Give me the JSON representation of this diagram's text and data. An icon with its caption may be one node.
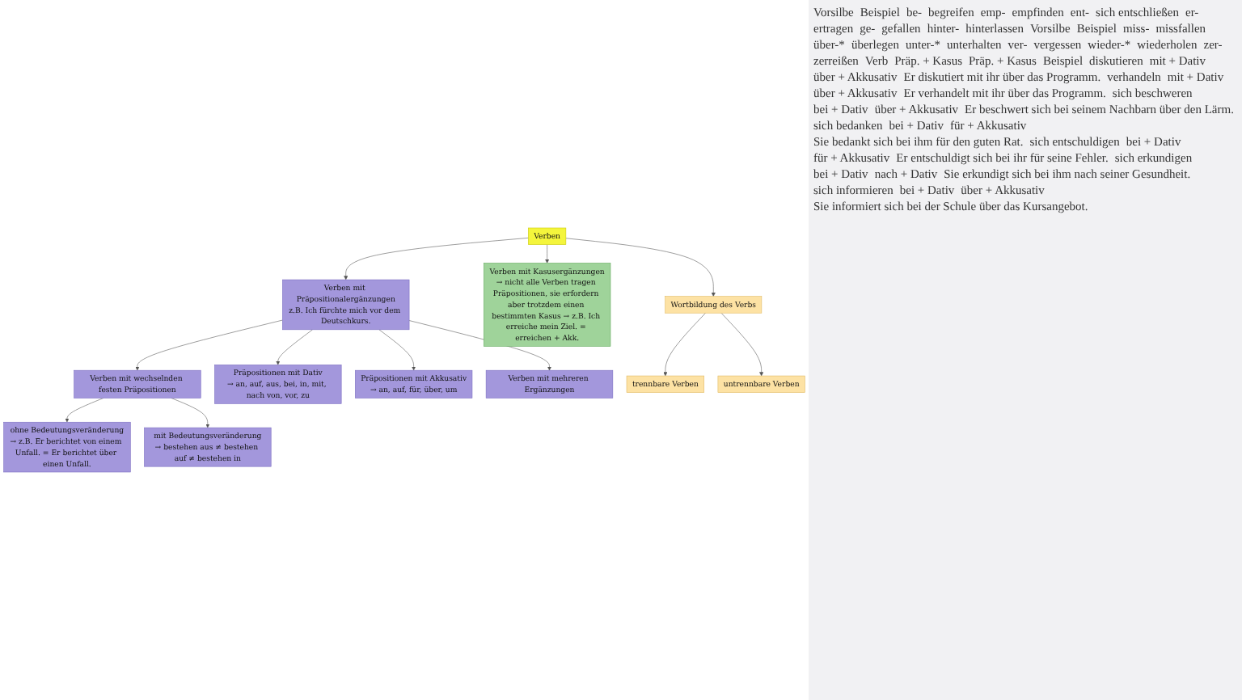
{
  "diagram": {
    "nodes": [
      {
        "text": [
          "ohne Bedeutungsveränderung",
          "→ z.B. Er berichtet von einem Unfall. = Er berichtet über einen Unfall."
        ]
      },
      {
        "text": [
          "Verben mit wechselnden festen Präpositionen"
        ]
      },
      {
        "text": [
          "Verben mit Präpositionalergänzungen",
          "z.B. Ich fürchte mich vor dem Deutschkurs."
        ]
      },
      {
        "text": [
          "mit Bedeutungsveränderung",
          "→ bestehen aus ≠ bestehen auf ≠ bestehen in"
        ]
      },
      {
        "text": [
          "Verben mit Kasusergänzungen",
          "→ nicht alle Verben tragen Präpositionen, sie erfordern aber trotzdem einen bestimmten Kasus → z.B. Ich erreiche mein Ziel. = erreichen + Akk."
        ]
      },
      {
        "text": [
          "Präpositionen mit Dativ",
          "→ an, auf, aus, bei, in, mit, nach von, vor, zu"
        ]
      },
      {
        "text": [
          "Präpositionen mit Akkusativ",
          "→ an, auf, für, über, um"
        ]
      },
      {
        "text": [
          "Verben"
        ]
      },
      {
        "text": [
          "Wortbildung des Verbs"
        ]
      },
      {
        "text": [
          "trennbare Verben"
        ]
      },
      {
        "text": [
          "untrennbare Verben"
        ]
      },
      {
        "text": [
          "Verben mit mehreren Ergänzungen"
        ]
      }
    ],
    "edges": [
      {
        "from": 1,
        "to": 0,
        "arrow": "to"
      },
      {
        "from": 1,
        "to": 3,
        "arrow": "to"
      },
      {
        "from": 2,
        "to": 1,
        "arrow": "to"
      },
      {
        "from": 7,
        "to": 2,
        "arrow": "to"
      },
      {
        "from": 2,
        "to": 5,
        "arrow": "to"
      },
      {
        "from": 2,
        "to": 6,
        "arrow": "to"
      },
      {
        "from": 2,
        "to": 11,
        "arrow": "to"
      },
      {
        "from": 7,
        "to": 4,
        "arrow": "to"
      },
      {
        "from": 7,
        "to": 8,
        "arrow": "to"
      },
      {
        "from": 8,
        "to": 9,
        "arrow": "to"
      },
      {
        "from": 8,
        "to": 10,
        "arrow": "to"
      }
    ],
    "labels": [
      "Vorsilbe",
      "Beispiel",
      "be-",
      "begreifen",
      "emp-",
      "empfinden",
      "ent-",
      "sich entschließen",
      "er-",
      "ertragen",
      "ge-",
      "gefallen",
      "hinter-",
      "hinterlassen",
      "Vorsilbe",
      "Beispiel",
      "miss-",
      "missfallen",
      "über-*",
      "überlegen",
      "unter-*",
      "unterhalten",
      "ver-",
      "vergessen",
      "wieder-*",
      "wiederholen",
      "zer-",
      "zerreißen",
      "Verb",
      "Präp. + Kasus",
      "Präp. + Kasus",
      "Beispiel",
      "diskutieren",
      "mit + Dativ",
      "über + Akkusativ",
      "Er diskutiert mit ihr über das Programm.",
      "verhandeln",
      "mit + Dativ",
      "über + Akkusativ",
      "Er verhandelt mit ihr über das Programm.",
      "sich beschweren",
      "bei + Dativ",
      "über + Akkusativ",
      "Er beschwert sich bei seinem Nachbarn über den Lärm.",
      "sich bedanken",
      "bei + Dativ",
      "für + Akkusativ",
      "Sie bedankt sich bei ihm für den guten Rat.",
      "sich entschuldigen",
      "bei + Dativ",
      "für + Akkusativ",
      "Er entschuldigt sich bei ihr für seine Fehler.",
      "sich erkundigen",
      "bei + Dativ",
      "nach + Dativ",
      "Sie erkundigt sich bei ihm nach seiner Gesundheit.",
      "sich informieren",
      "bei + Dativ",
      "über + Akkusativ",
      "Sie informiert sich bei der Schule über das Kursangebot."
    ]
  }
}
